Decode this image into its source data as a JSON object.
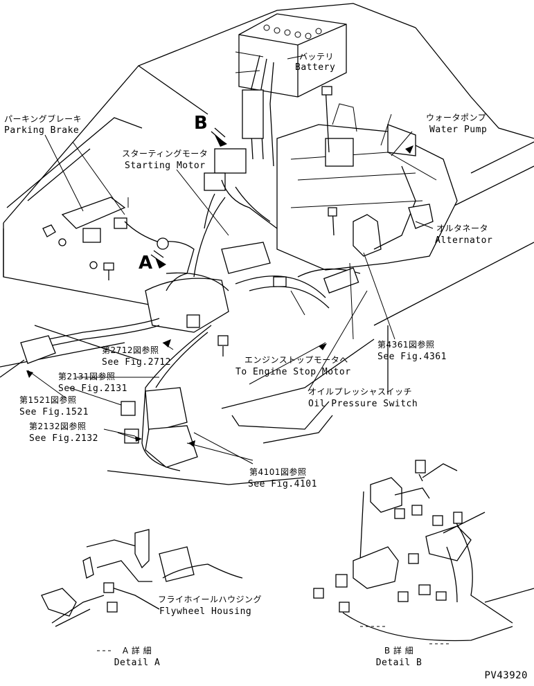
{
  "callouts": {
    "battery": {
      "jp": "バッテリ",
      "en": "Battery"
    },
    "parking_brake": {
      "jp": "パーキングブレーキ",
      "en": "Parking Brake"
    },
    "starting_motor": {
      "jp": "スターティングモータ",
      "en": "Starting Motor"
    },
    "water_pump": {
      "jp": "ウォータポンプ",
      "en": "Water Pump"
    },
    "alternator": {
      "jp": "オルタネータ",
      "en": "Alternator"
    },
    "fig_4361": {
      "jp": "第4361図参照",
      "en": "See Fig.4361"
    },
    "engine_stop_motor": {
      "jp": "エンジンストップモータへ",
      "en": "To Engine Stop Motor"
    },
    "oil_pressure_switch": {
      "jp": "オイルプレッシャスイッチ",
      "en": "Oil Pressure Switch"
    },
    "fig_2712": {
      "jp": "第2712図参照",
      "en": "See Fig.2712"
    },
    "fig_2131": {
      "jp": "第2131図参照",
      "en": "See Fig.2131"
    },
    "fig_1521": {
      "jp": "第1521図参照",
      "en": "See Fig.1521"
    },
    "fig_2132": {
      "jp": "第2132図参照",
      "en": "See Fig.2132"
    },
    "fig_4101": {
      "jp": "第4101図参照",
      "en": "See Fig.4101"
    },
    "flywheel_housing": {
      "jp": "フライホイールハウジング",
      "en": "Flywheel Housing"
    }
  },
  "view_markers": {
    "a": "A",
    "b": "B"
  },
  "details": {
    "a": {
      "jp": "A 詳 細",
      "en": "Detail A"
    },
    "b": {
      "jp": "B 詳 細",
      "en": "Detail B"
    }
  },
  "drawing_number": "PV43920"
}
